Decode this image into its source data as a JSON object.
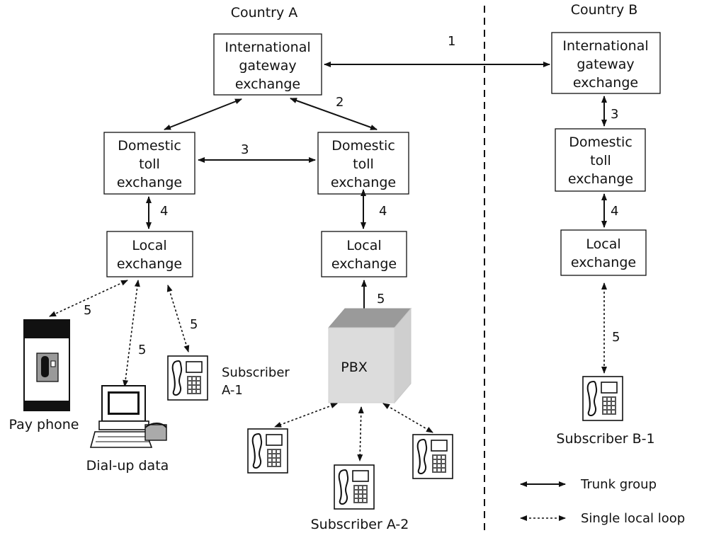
{
  "countries": {
    "a": "Country A",
    "b": "Country B"
  },
  "nodes": {
    "intl_a": [
      "International",
      "gateway",
      "exchange"
    ],
    "intl_b": [
      "International",
      "gateway",
      "exchange"
    ],
    "toll_a_left": [
      "Domestic",
      "toll",
      "exchange"
    ],
    "toll_a_right": [
      "Domestic",
      "toll",
      "exchange"
    ],
    "toll_b": [
      "Domestic",
      "toll",
      "exchange"
    ],
    "local_a_left": [
      "Local",
      "exchange"
    ],
    "local_a_right": [
      "Local",
      "exchange"
    ],
    "local_b": [
      "Local",
      "exchange"
    ],
    "pbx": "PBX"
  },
  "link_labels": {
    "intl": "1",
    "intl_to_toll": "2",
    "toll_toll_a": "3",
    "toll_b": "3",
    "local_a_left": "4",
    "local_a_right": "4",
    "local_b": "4",
    "payphone": "5",
    "dialup": "5",
    "sub_a1": "5",
    "pbx_link": "5",
    "sub_b1": "5"
  },
  "devices": {
    "payphone": "Pay phone",
    "dialup": "Dial-up data",
    "sub_a1": [
      "Subscriber",
      "A-1"
    ],
    "sub_a2": "Subscriber A-2",
    "sub_b1": "Subscriber B-1"
  },
  "legend": {
    "trunk": "Trunk group",
    "loop": "Single local loop"
  }
}
